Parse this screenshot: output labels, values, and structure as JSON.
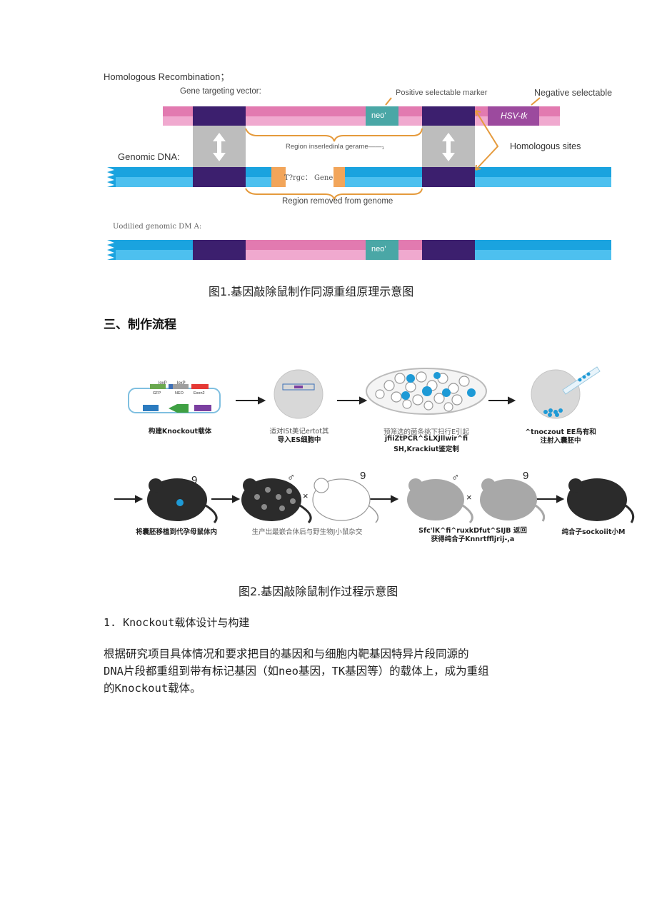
{
  "fig1": {
    "title": "Homologous Recombination；",
    "vector_label": "Gene targeting vector:",
    "positive_marker": "Positive selectable marker",
    "negative_marker": "Negative selectable",
    "genomic_label": "Genomic DNA:",
    "neo_label": "neo'",
    "hsv_label": "HSV-tk",
    "region_inserted": "Region inserledinla gerame——₁",
    "homologous_sites": "Homologous sites",
    "target_gene": "T?rgc： Gene",
    "region_removed": "Region removed from genome",
    "modified_label": "Uodilied genomic DM A:",
    "neo_label_2": "neo'",
    "caption": "图1.基因敲除鼠制作同源重组原理示意图"
  },
  "section3": {
    "heading": "三、制作流程"
  },
  "fig2": {
    "plasmid_loxp1": "loxP",
    "plasmid_loxp2": "loxP",
    "plasmid_gfp": "GFP",
    "plasmid_neo": "NEO",
    "plasmid_exon": "Exon2",
    "step1_label": "构建Knockout载体",
    "step2_label_1": "适对ISt美记ertot其",
    "step2_label_2": "导入ES细胞中",
    "step3_label_1": "预筛选的菌条挑下扫行E引起",
    "step3_label_2": "jfiiZtPCR^SLXJllwir^fi",
    "step3_label_3": "SH,Krackiut鉴定制",
    "step4_label_1": "^tnoczout EE鸟有和",
    "step4_label_2": "注射入囊胚中",
    "female_symbol_1": "9",
    "male_symbol_1": "♂",
    "female_symbol_2": "9",
    "male_symbol_2": "♂",
    "female_symbol_3": "9",
    "cross_1": "×",
    "cross_2": "×",
    "step5_label": "将囊胚移植到代孕母鼠体内",
    "step6_label": "生产出最嵌合体后与野生物J小鼠杂交",
    "step7_label_1": "Sfc'lK^fi^ruxkDfut^SIJB 返回",
    "step7_label_2": "获得纯合子Knnrtffljrij-,a",
    "step8_label": "纯合子sockoiit小M",
    "caption": "图2.基因敲除鼠制作过程示意图"
  },
  "section_1": {
    "heading": "1. Knockout载体设计与构建",
    "para_line1": "根据研究项目具体情况和要求把目的基因和与细胞内靶基因特异片段同源的",
    "para_line2": "DNA片段都重组到带有标记基因（如neo基因，TK基因等）的载体上，成为重组",
    "para_line3": "的Knockout载体。"
  },
  "colors": {
    "pink": "#e27ab0",
    "pink_light": "#f0a9cf",
    "purple_dark": "#3c1f6e",
    "purple_mid": "#5a3a8c",
    "teal": "#4aa7a6",
    "blue": "#1aa3df",
    "blue_light": "#4dc0ef",
    "orange": "#f2a55a",
    "hsv": "#9c4a9e",
    "grey_box": "#bdbdbd"
  }
}
